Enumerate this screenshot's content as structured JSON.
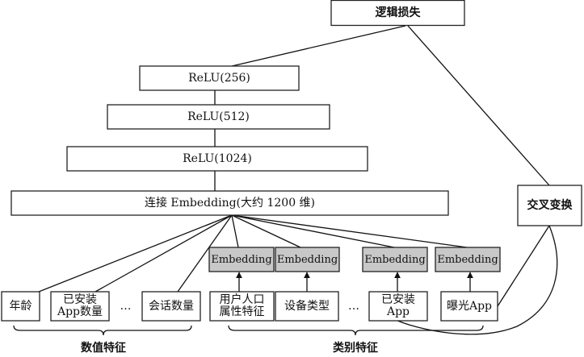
{
  "diagram": {
    "output": {
      "label": "逻辑损失"
    },
    "deep_layers": [
      {
        "label": "ReLU(256)"
      },
      {
        "label": "ReLU(512)"
      },
      {
        "label": "ReLU(1024)"
      }
    ],
    "concat": {
      "label": "连接 Embedding(大约 1200 维)"
    },
    "cross": {
      "label": "交叉变换"
    },
    "embedding_label": "Embedding",
    "numeric_features": [
      {
        "label": "年龄"
      },
      {
        "label": "已安装\nApp数量"
      },
      {
        "label": "…"
      },
      {
        "label": "会话数量"
      }
    ],
    "categorical_features": [
      {
        "label": "用户人口\n属性特征"
      },
      {
        "label": "设备类型"
      },
      {
        "label": "…"
      },
      {
        "label": "已安装\nApp"
      },
      {
        "label": "曝光App"
      }
    ],
    "groups": {
      "numeric": "数值特征",
      "categorical": "类别特征"
    }
  }
}
